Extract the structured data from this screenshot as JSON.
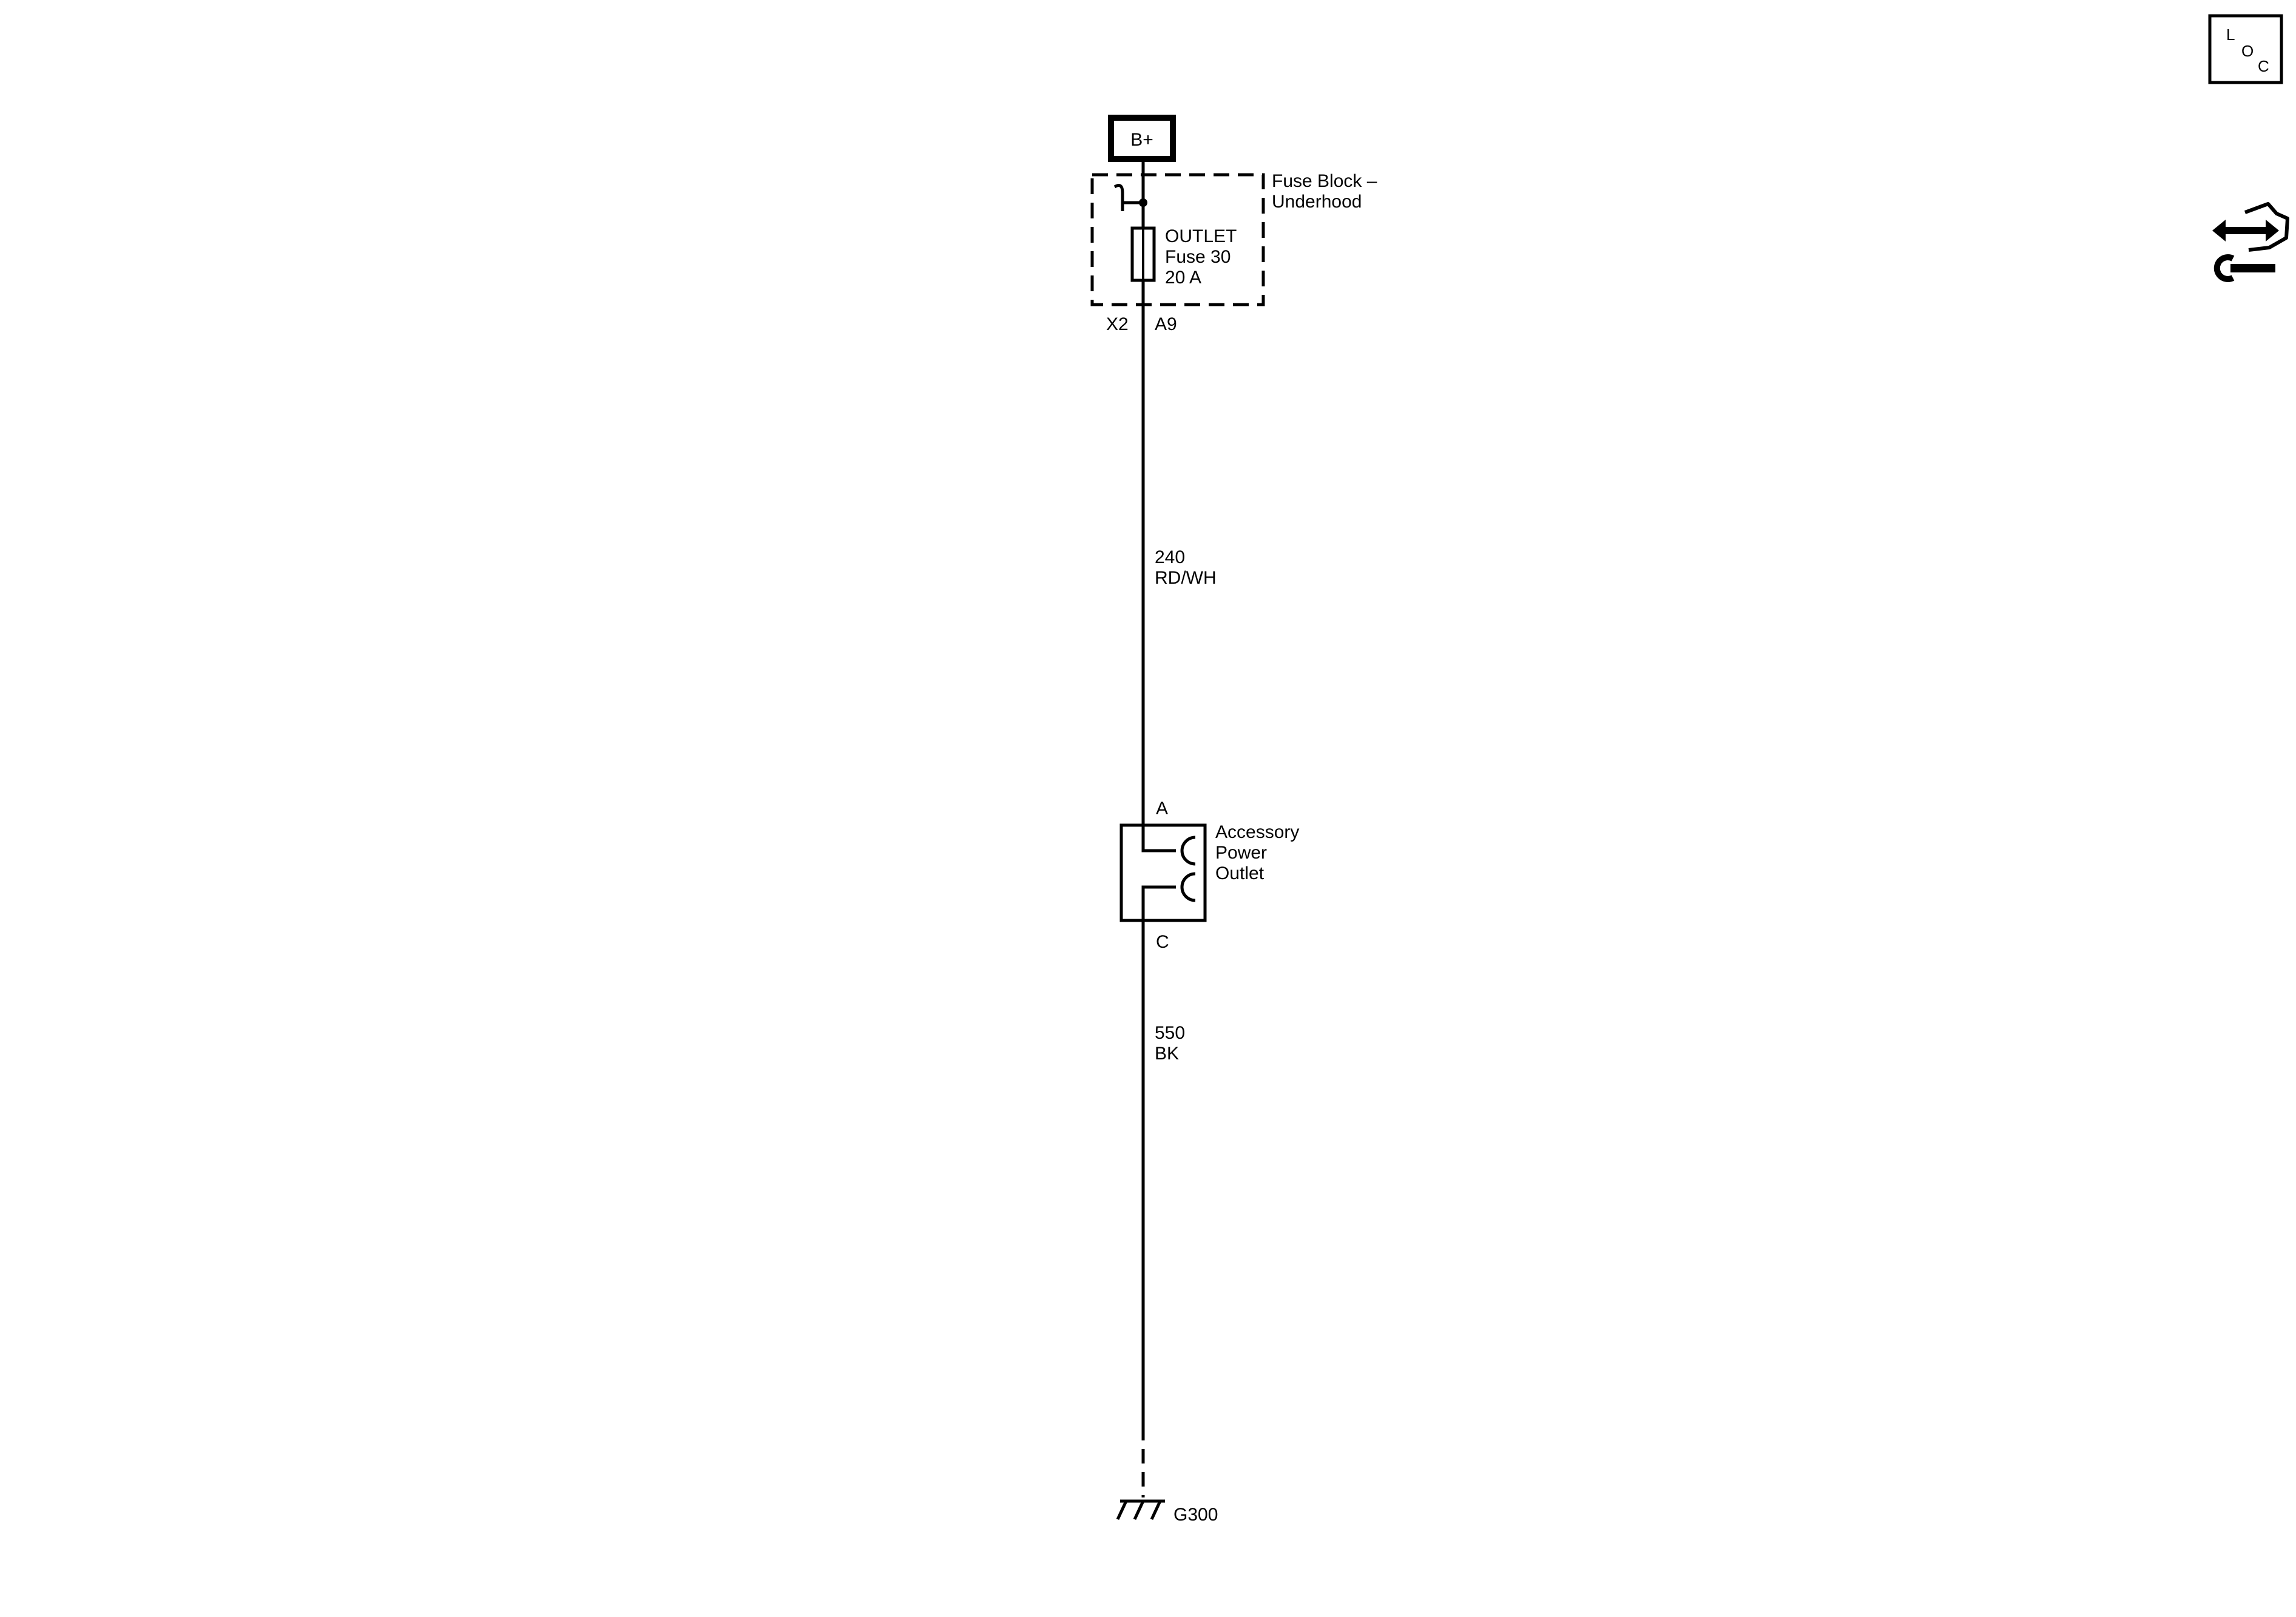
{
  "power_source": {
    "label": "B+"
  },
  "fuse_block": {
    "name_line1": "Fuse Block –",
    "name_line2": "Underhood",
    "fuse_name": "OUTLET",
    "fuse_number": "Fuse 30",
    "fuse_rating": "20 A",
    "connector": "X2",
    "pin": "A9"
  },
  "wires": [
    {
      "circuit": "240",
      "color": "RD/WH"
    },
    {
      "circuit": "550",
      "color": "BK"
    }
  ],
  "accessory_outlet": {
    "name_line1": "Accessory",
    "name_line2": "Power",
    "name_line3": "Outlet",
    "pin_top": "A",
    "pin_bottom": "C"
  },
  "ground": {
    "label": "G300"
  },
  "loc_icon": {
    "letter1": "L",
    "letter2": "O",
    "letter3": "C"
  },
  "icons": {
    "location": "loc-icon",
    "service": "service-arrow-wrench-icon"
  },
  "colors": {
    "line": "#000000",
    "background": "#ffffff"
  }
}
